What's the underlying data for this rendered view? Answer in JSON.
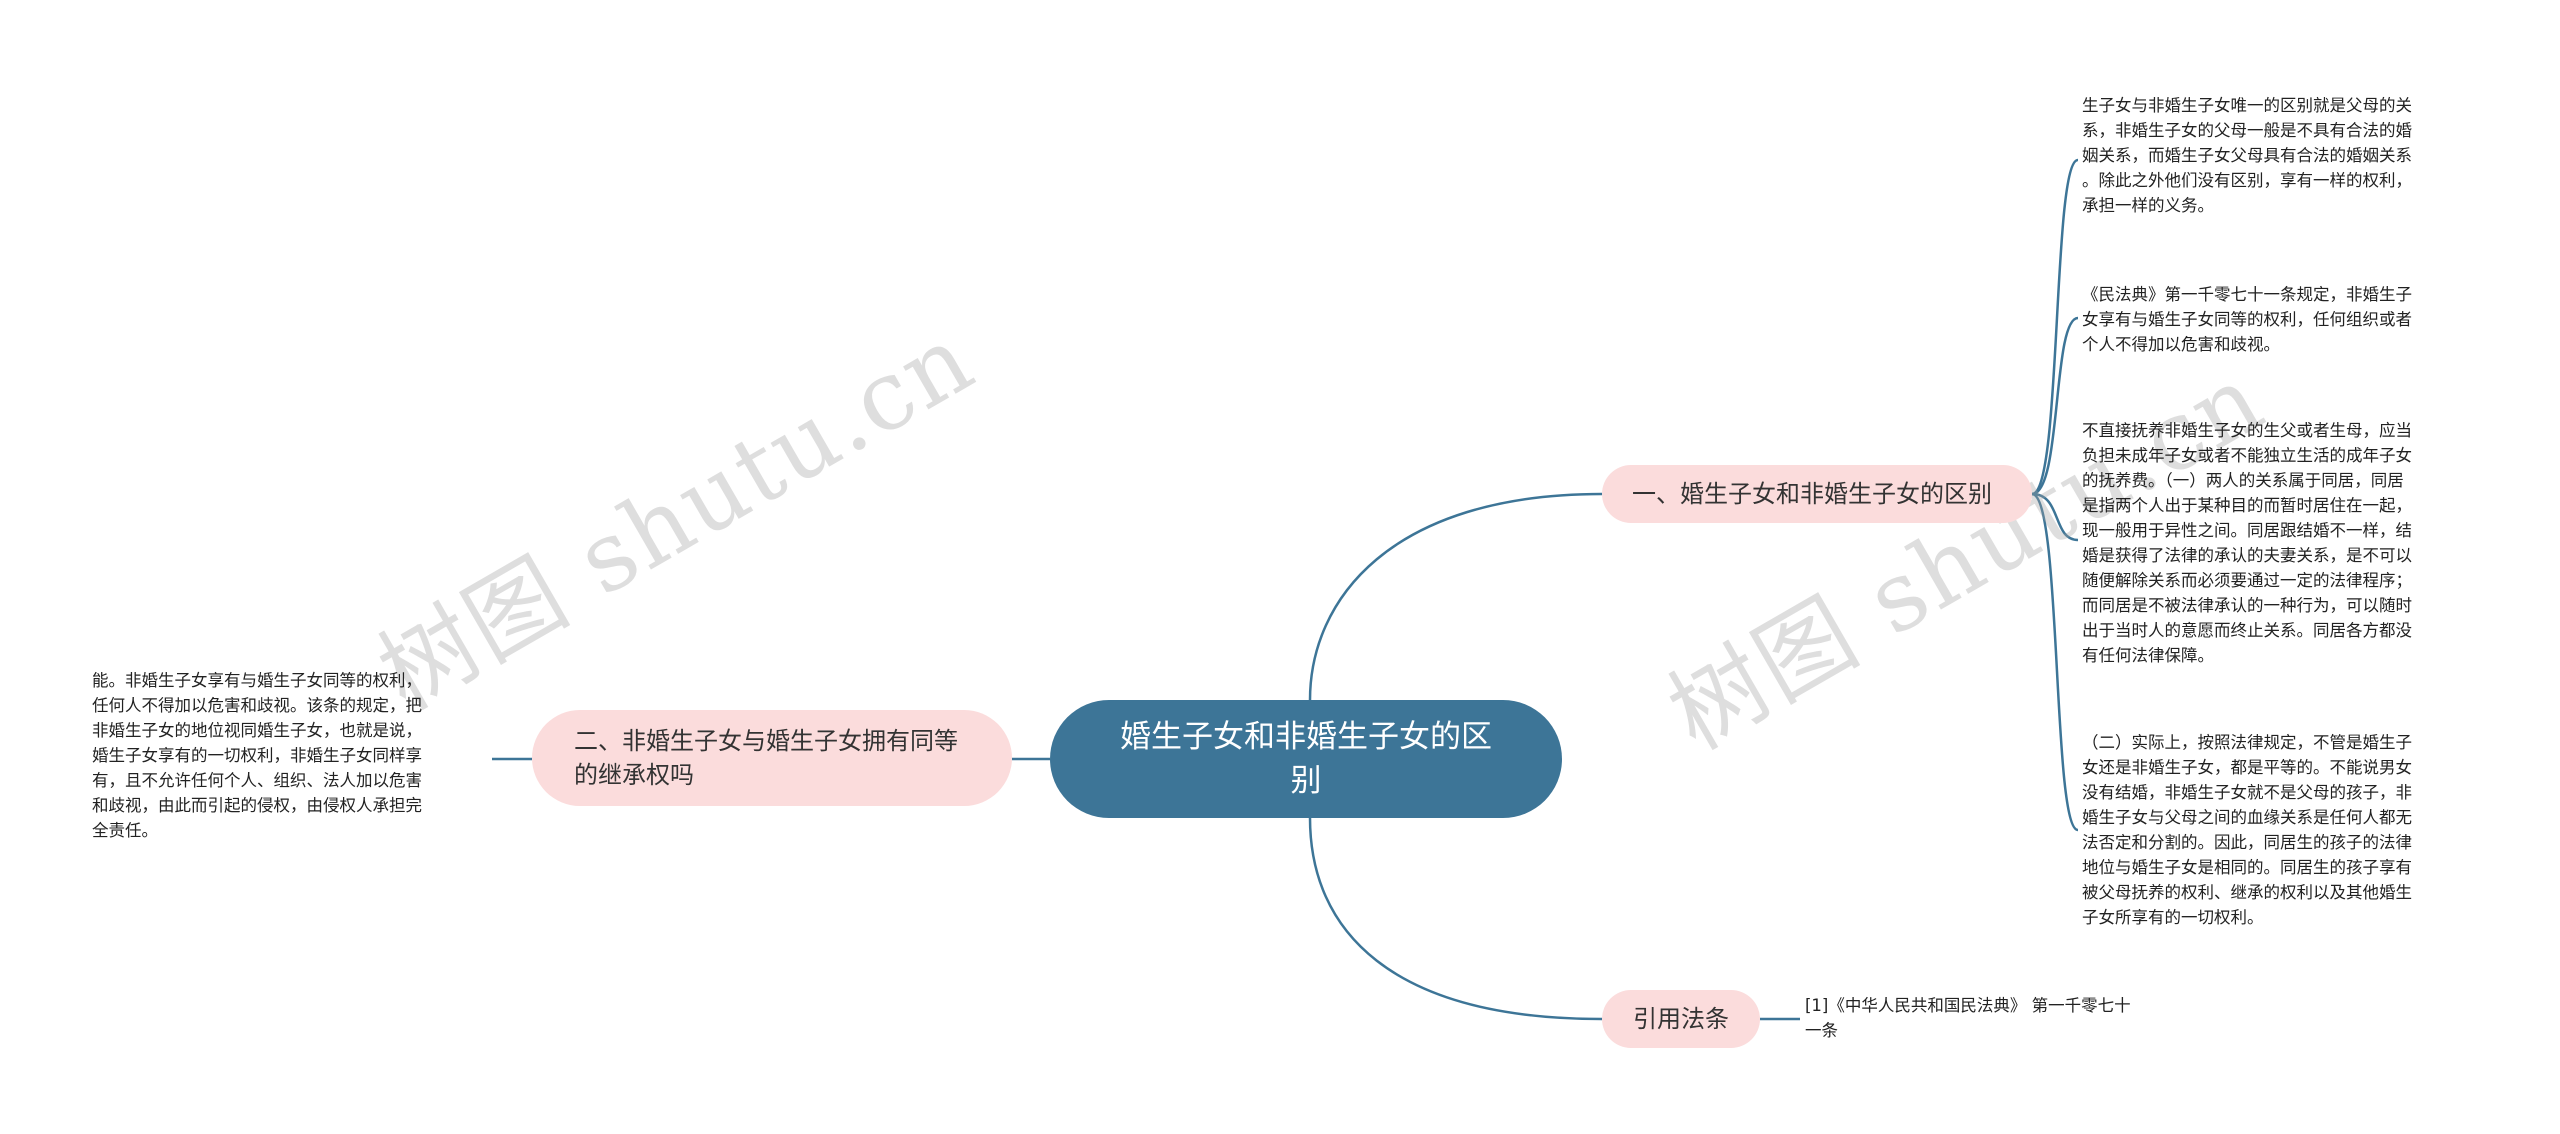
{
  "watermark": "树图 shutu.cn",
  "colors": {
    "root_fill": "#3d7597",
    "branch_fill": "#fbdcdc",
    "connector": "#3d7597"
  },
  "root": {
    "label": "婚生子女和非婚生子女的区别"
  },
  "branches": [
    {
      "label": "一、婚生子女和非婚生子女的区别",
      "leaves": [
        "生子女与非婚生子女唯一的区别就是父母的关\n系，非婚生子女的父母一般是不具有合法的婚\n姻关系，而婚生子女父母具有合法的婚姻关系\n。除此之外他们没有区别，享有一样的权利，\n承担一样的义务。",
        "《民法典》第一千零七十一条规定，非婚生子\n女享有与婚生子女同等的权利，任何组织或者\n个人不得加以危害和歧视。",
        "不直接抚养非婚生子女的生父或者生母，应当\n负担未成年子女或者不能独立生活的成年子女\n的抚养费。（一）两人的关系属于同居，同居\n是指两个人出于某种目的而暂时居住在一起，\n现一般用于异性之间。同居跟结婚不一样，结\n婚是获得了法律的承认的夫妻关系，是不可以\n随便解除关系而必须要通过一定的法律程序；\n而同居是不被法律承认的一种行为，可以随时\n出于当时人的意愿而终止关系。同居各方都没\n有任何法律保障。",
        "（二）实际上，按照法律规定，不管是婚生子\n女还是非婚生子女，都是平等的。不能说男女\n没有结婚，非婚生子女就不是父母的孩子，非\n婚生子女与父母之间的血缘关系是任何人都无\n法否定和分割的。因此，同居生的孩子的法律\n地位与婚生子女是相同的。同居生的孩子享有\n被父母抚养的权利、继承的权利以及其他婚生\n子女所享有的一切权利。"
      ]
    },
    {
      "label": "二、非婚生子女与婚生子女拥有同等的继承权吗",
      "leaves": [
        "能。非婚生子女享有与婚生子女同等的权利，\n任何人不得加以危害和歧视。该条的规定，把\n非婚生子女的地位视同婚生子女，也就是说，\n婚生子女享有的一切权利，非婚生子女同样享\n有，且不允许任何个人、组织、法人加以危害\n和歧视，由此而引起的侵权，由侵权人承担完\n全责任。"
      ]
    },
    {
      "label": "引用法条",
      "leaves": [
        "[1]《中华人民共和国民法典》 第一千零七十\n一条"
      ]
    }
  ]
}
